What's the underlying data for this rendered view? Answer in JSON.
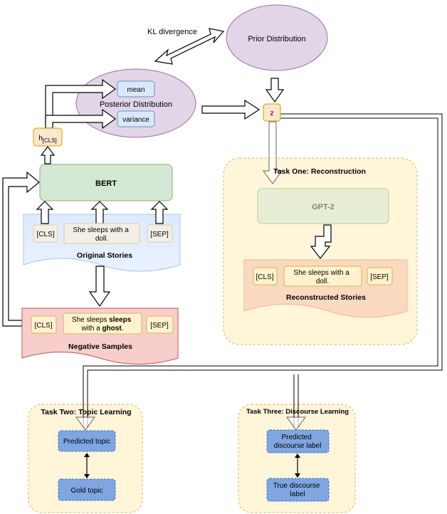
{
  "kl_label": "KL  divergence",
  "prior": "Prior Distribution",
  "posterior": "Posterior Distribution",
  "mean": "mean",
  "variance": "variance",
  "h_cls": {
    "base": "h",
    "sub": "[CLS]"
  },
  "z": "z",
  "bert": "BERT",
  "original": {
    "cls": "[CLS]",
    "sentence": [
      "She sleeps with a",
      "doll."
    ],
    "sep": "[SEP]",
    "title": "Original Stories"
  },
  "negative": {
    "cls": "[CLS]",
    "line1_prefix": "She sleeps ",
    "line1_bold": "sleeps",
    "line2_prefix": "with a ",
    "line2_bold": "ghost",
    "line2_suffix": ".",
    "sep": "[SEP]",
    "title": "Negative Samples"
  },
  "task_one": {
    "title": "Task One: Reconstruction",
    "gpt2": "GPT-2",
    "cls": "[CLS]",
    "sentence": [
      "She sleeps with a",
      "doll."
    ],
    "sep": "[SEP]",
    "reconstructed": "Reconstructed Stories"
  },
  "task_two": {
    "title": "Task Two: Topic Learning",
    "predicted": "Predicted topic",
    "gold": "Gold topic"
  },
  "task_three": {
    "title": "Task Three: Discourse Learning",
    "predicted": [
      "Predicted",
      "discourse label"
    ],
    "true_label": [
      "True discourse",
      "label"
    ]
  },
  "colors": {
    "ellipse_fill": "#e1d5e7",
    "ellipse_stroke": "#9673a6",
    "blue_box_fill": "#dae8fc",
    "blue_box_stroke": "#6c8ebf",
    "orange_fill": "#ffe6cc",
    "orange_stroke": "#d79b00",
    "green_fill": "#d5e8d4",
    "green_stroke": "#82b366",
    "task_bg": "#fff2cc",
    "task_stroke": "#d6b656",
    "red_fill": "#f8cecc",
    "red_stroke": "#b85450",
    "peach_fill": "#fad9c1",
    "topic_fill": "#7ea6e0",
    "topic_stroke": "#3a6fc9",
    "token_fill": "#fff2cc",
    "token_stroke": "#d6b656"
  }
}
